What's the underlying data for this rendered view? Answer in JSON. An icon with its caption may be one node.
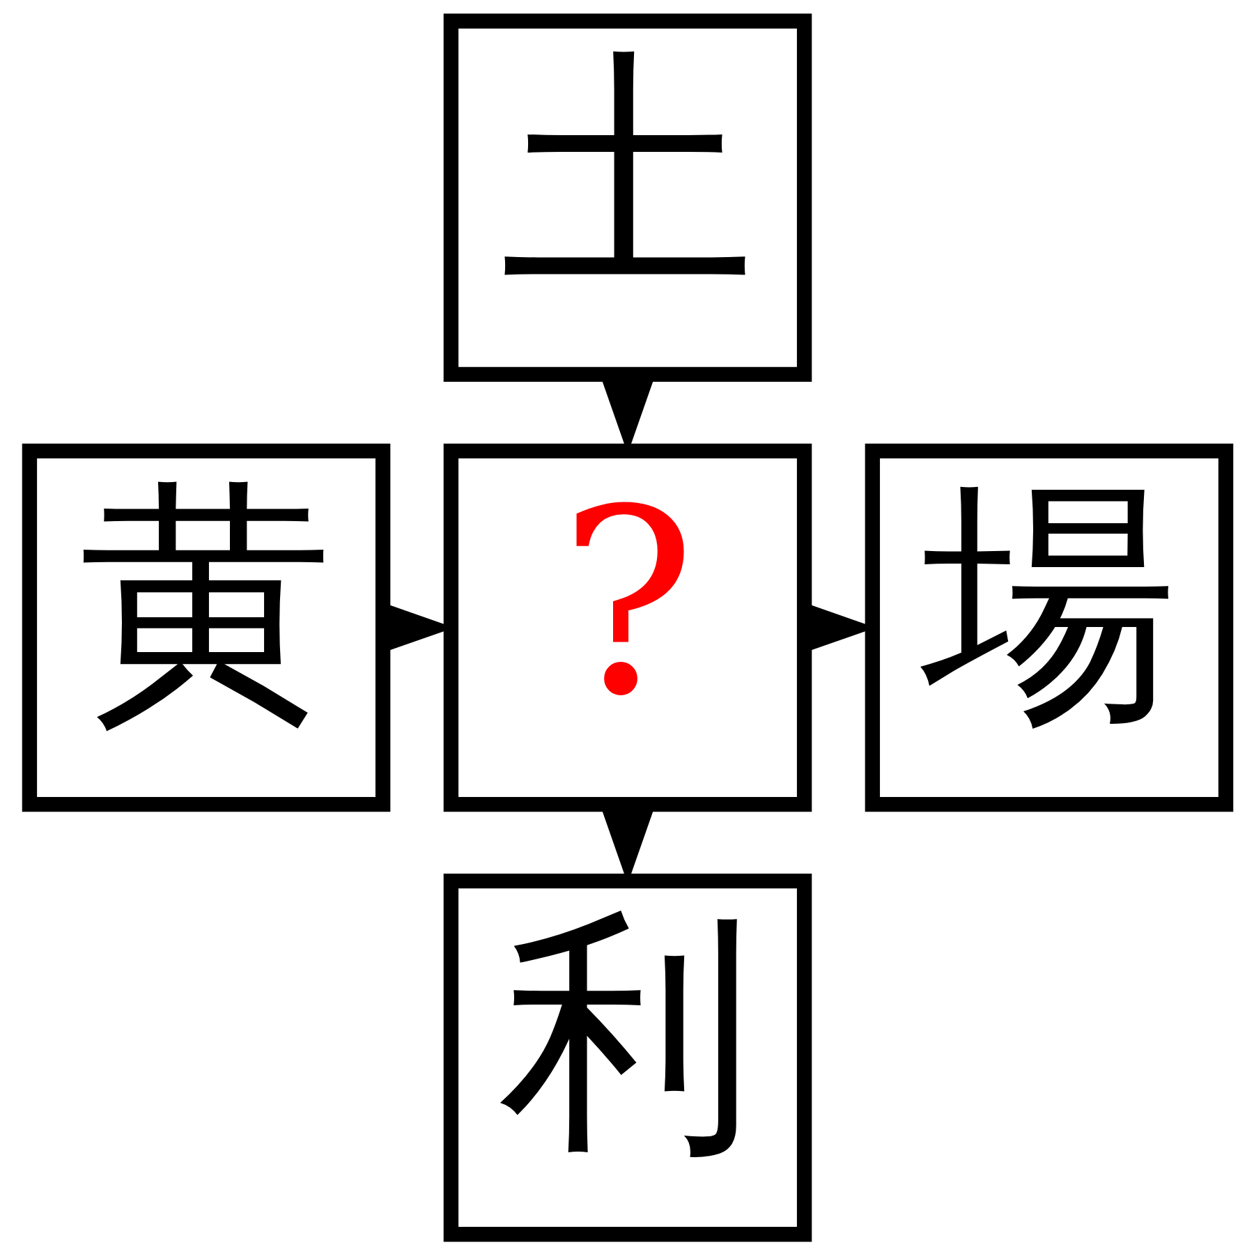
{
  "diagram": {
    "nodes": [
      {
        "text": [
          "土"
        ]
      },
      {
        "text": [
          "黄"
        ]
      },
      {
        "text": [
          "?"
        ]
      },
      {
        "text": [
          "場"
        ]
      },
      {
        "text": [
          "利"
        ]
      }
    ],
    "edges": [
      {
        "from": 0,
        "to": 2,
        "arrow": "to"
      },
      {
        "from": 1,
        "to": 2,
        "arrow": "to"
      },
      {
        "from": 2,
        "to": 3,
        "arrow": "to"
      },
      {
        "from": 2,
        "to": 4,
        "arrow": "to"
      }
    ]
  }
}
